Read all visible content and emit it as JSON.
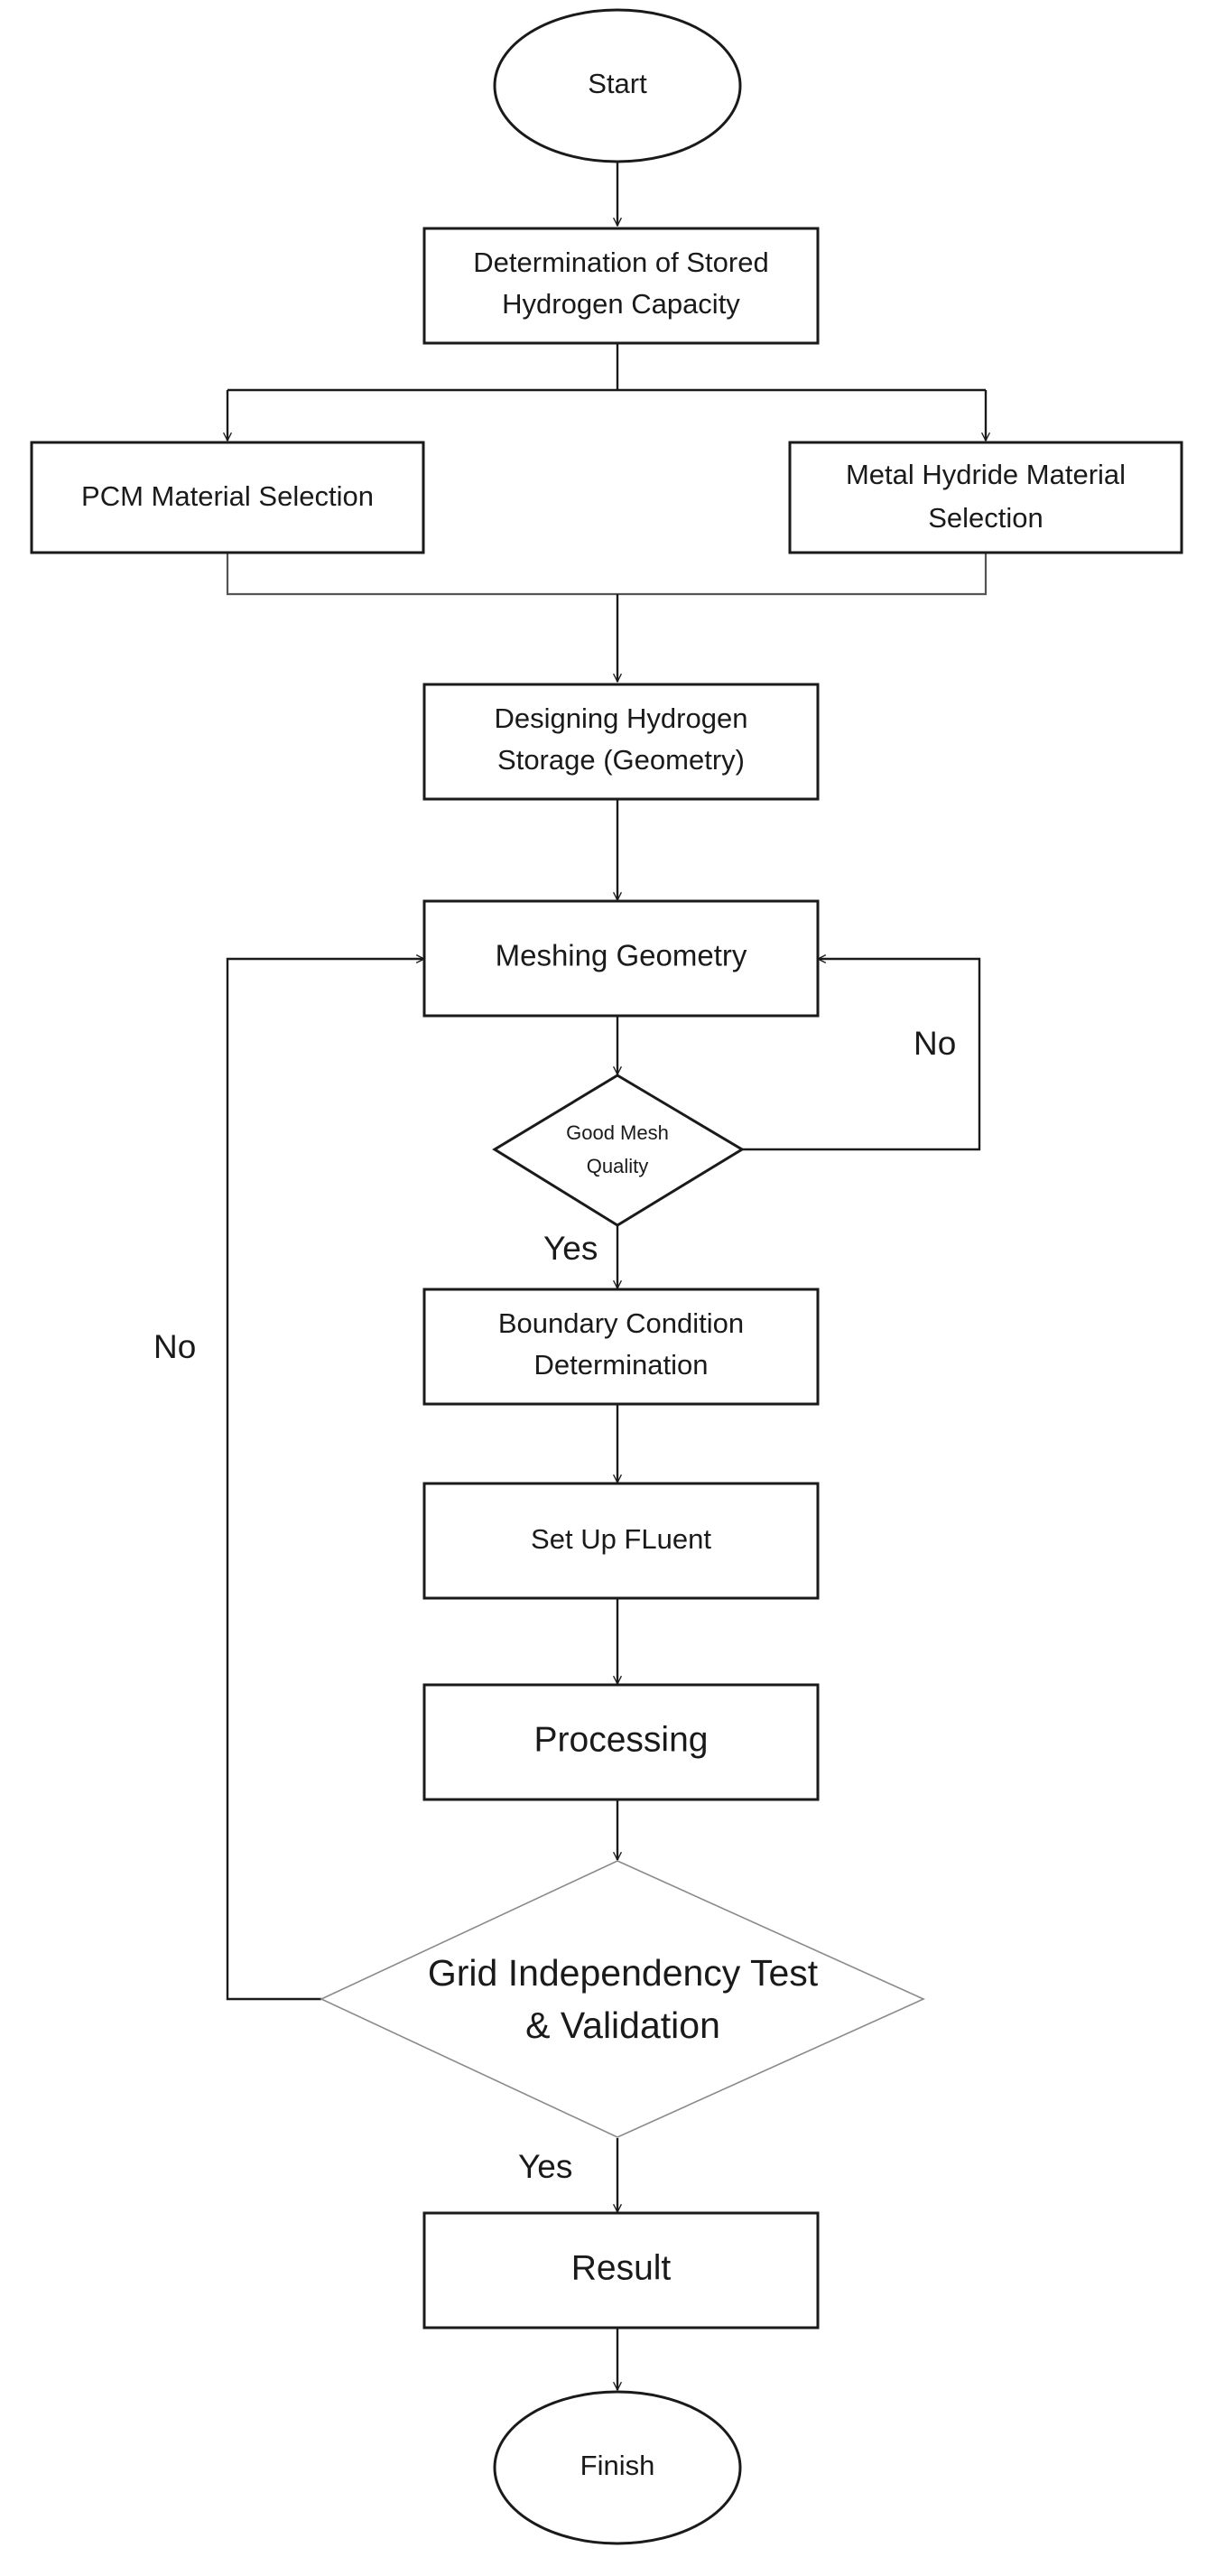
{
  "colors": {
    "stroke": "#1a1a1a",
    "thin_stroke": "#8a8a8a",
    "background": "#ffffff"
  },
  "nodes": {
    "start": "Start",
    "capacity": [
      "Determination of Stored",
      "Hydrogen Capacity"
    ],
    "pcm": "PCM Material Selection",
    "metal_hydride": [
      "Metal Hydride Material",
      "Selection"
    ],
    "designing": [
      "Designing Hydrogen",
      "Storage (Geometry)"
    ],
    "meshing": "Meshing Geometry",
    "mesh_quality": [
      "Good Mesh",
      "Quality"
    ],
    "boundary": [
      "Boundary Condition",
      "Determination"
    ],
    "setup": "Set Up FLuent",
    "processing": "Processing",
    "grid_test": [
      "Grid Independency Test",
      "& Validation"
    ],
    "result": "Result",
    "finish": "Finish"
  },
  "edge_labels": {
    "mesh_no": "No",
    "mesh_yes": "Yes",
    "grid_no": "No",
    "grid_yes": "Yes"
  }
}
